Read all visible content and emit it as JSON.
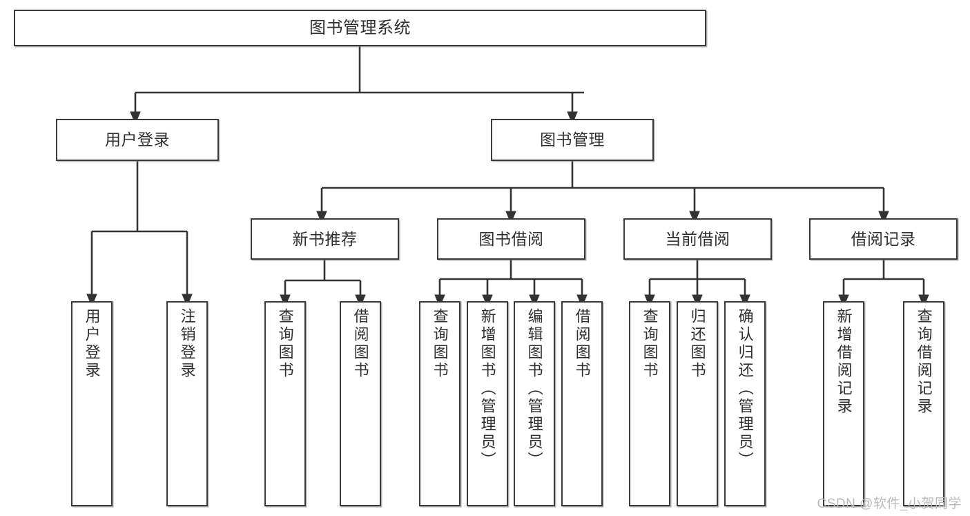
{
  "diagram": {
    "type": "tree-hierarchy",
    "title": "图书管理系统",
    "watermark": "CSDN @软件_小贺同学",
    "colors": {
      "box_stroke": "#3a3a3c",
      "box_fill": "#ffffff",
      "edge": "#333335",
      "text": "#2f2f31",
      "watermark": "#b9b9bb"
    },
    "nodes": {
      "root": {
        "label": "图书管理系统",
        "level": 1
      },
      "user_login": {
        "label": "用户登录",
        "level": 2
      },
      "book_manage": {
        "label": "图书管理",
        "level": 2
      },
      "new_book_rec": {
        "label": "新书推荐",
        "level": 3
      },
      "book_borrow": {
        "label": "图书借阅",
        "level": 3
      },
      "current_borrow": {
        "label": "当前借阅",
        "level": 3
      },
      "borrow_record": {
        "label": "借阅记录",
        "level": 3
      },
      "leaf_user_login": {
        "label": "用户登录",
        "level": 4
      },
      "leaf_logout": {
        "label": "注销登录",
        "level": 4
      },
      "leaf_query_book_1": {
        "label": "查询图书",
        "level": 4
      },
      "leaf_borrow_book_1": {
        "label": "借阅图书",
        "level": 4
      },
      "leaf_query_book_2": {
        "label": "查询图书",
        "level": 4
      },
      "leaf_add_book": {
        "label": "新增图书（管理员）",
        "level": 4
      },
      "leaf_edit_book": {
        "label": "编辑图书（管理员）",
        "level": 4
      },
      "leaf_borrow_book_2": {
        "label": "借阅图书",
        "level": 4
      },
      "leaf_query_book_3": {
        "label": "查询图书",
        "level": 4
      },
      "leaf_return_book": {
        "label": "归还图书",
        "level": 4
      },
      "leaf_confirm_return": {
        "label": "确认归还（管理员）",
        "level": 4
      },
      "leaf_add_record": {
        "label": "新增借阅记录",
        "level": 4
      },
      "leaf_query_record": {
        "label": "查询借阅记录",
        "level": 4
      }
    },
    "edges": [
      {
        "from": "root",
        "to": "user_login"
      },
      {
        "from": "root",
        "to": "book_manage"
      },
      {
        "from": "user_login",
        "to": "leaf_user_login"
      },
      {
        "from": "user_login",
        "to": "leaf_logout"
      },
      {
        "from": "book_manage",
        "to": "new_book_rec"
      },
      {
        "from": "book_manage",
        "to": "book_borrow"
      },
      {
        "from": "book_manage",
        "to": "current_borrow"
      },
      {
        "from": "book_manage",
        "to": "borrow_record"
      },
      {
        "from": "new_book_rec",
        "to": "leaf_query_book_1"
      },
      {
        "from": "new_book_rec",
        "to": "leaf_borrow_book_1"
      },
      {
        "from": "book_borrow",
        "to": "leaf_query_book_2"
      },
      {
        "from": "book_borrow",
        "to": "leaf_add_book"
      },
      {
        "from": "book_borrow",
        "to": "leaf_edit_book"
      },
      {
        "from": "book_borrow",
        "to": "leaf_borrow_book_2"
      },
      {
        "from": "current_borrow",
        "to": "leaf_query_book_3"
      },
      {
        "from": "current_borrow",
        "to": "leaf_return_book"
      },
      {
        "from": "current_borrow",
        "to": "leaf_confirm_return"
      },
      {
        "from": "borrow_record",
        "to": "leaf_add_record"
      },
      {
        "from": "borrow_record",
        "to": "leaf_query_record"
      }
    ]
  }
}
